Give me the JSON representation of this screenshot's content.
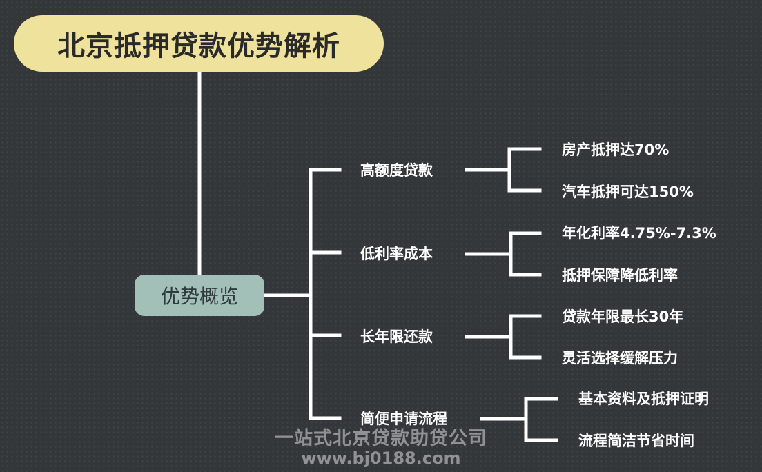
{
  "title": "北京抵押贷款优势解析",
  "overview": "优势概览",
  "branches": [
    {
      "label": "高额度贷款",
      "items": [
        "房产抵押达70%",
        "汽车抵押可达150%"
      ]
    },
    {
      "label": "低利率成本",
      "items": [
        "年化利率4.75%-7.3%",
        "抵押保障降低利率"
      ]
    },
    {
      "label": "长年限还款",
      "items": [
        "贷款年限最长30年",
        "灵活选择缓解压力"
      ]
    },
    {
      "label": "简便申请流程",
      "items": [
        "基本资料及抵押证明",
        "流程简洁节省时间"
      ]
    }
  ],
  "watermark": {
    "line1": "一站式北京贷款助贷公司",
    "line2": "www.bj0188.com"
  },
  "colors": {
    "background": "#343739",
    "title_fill": "#efe29c",
    "overview_fill": "#a3c0b8",
    "line": "#ffffff"
  }
}
